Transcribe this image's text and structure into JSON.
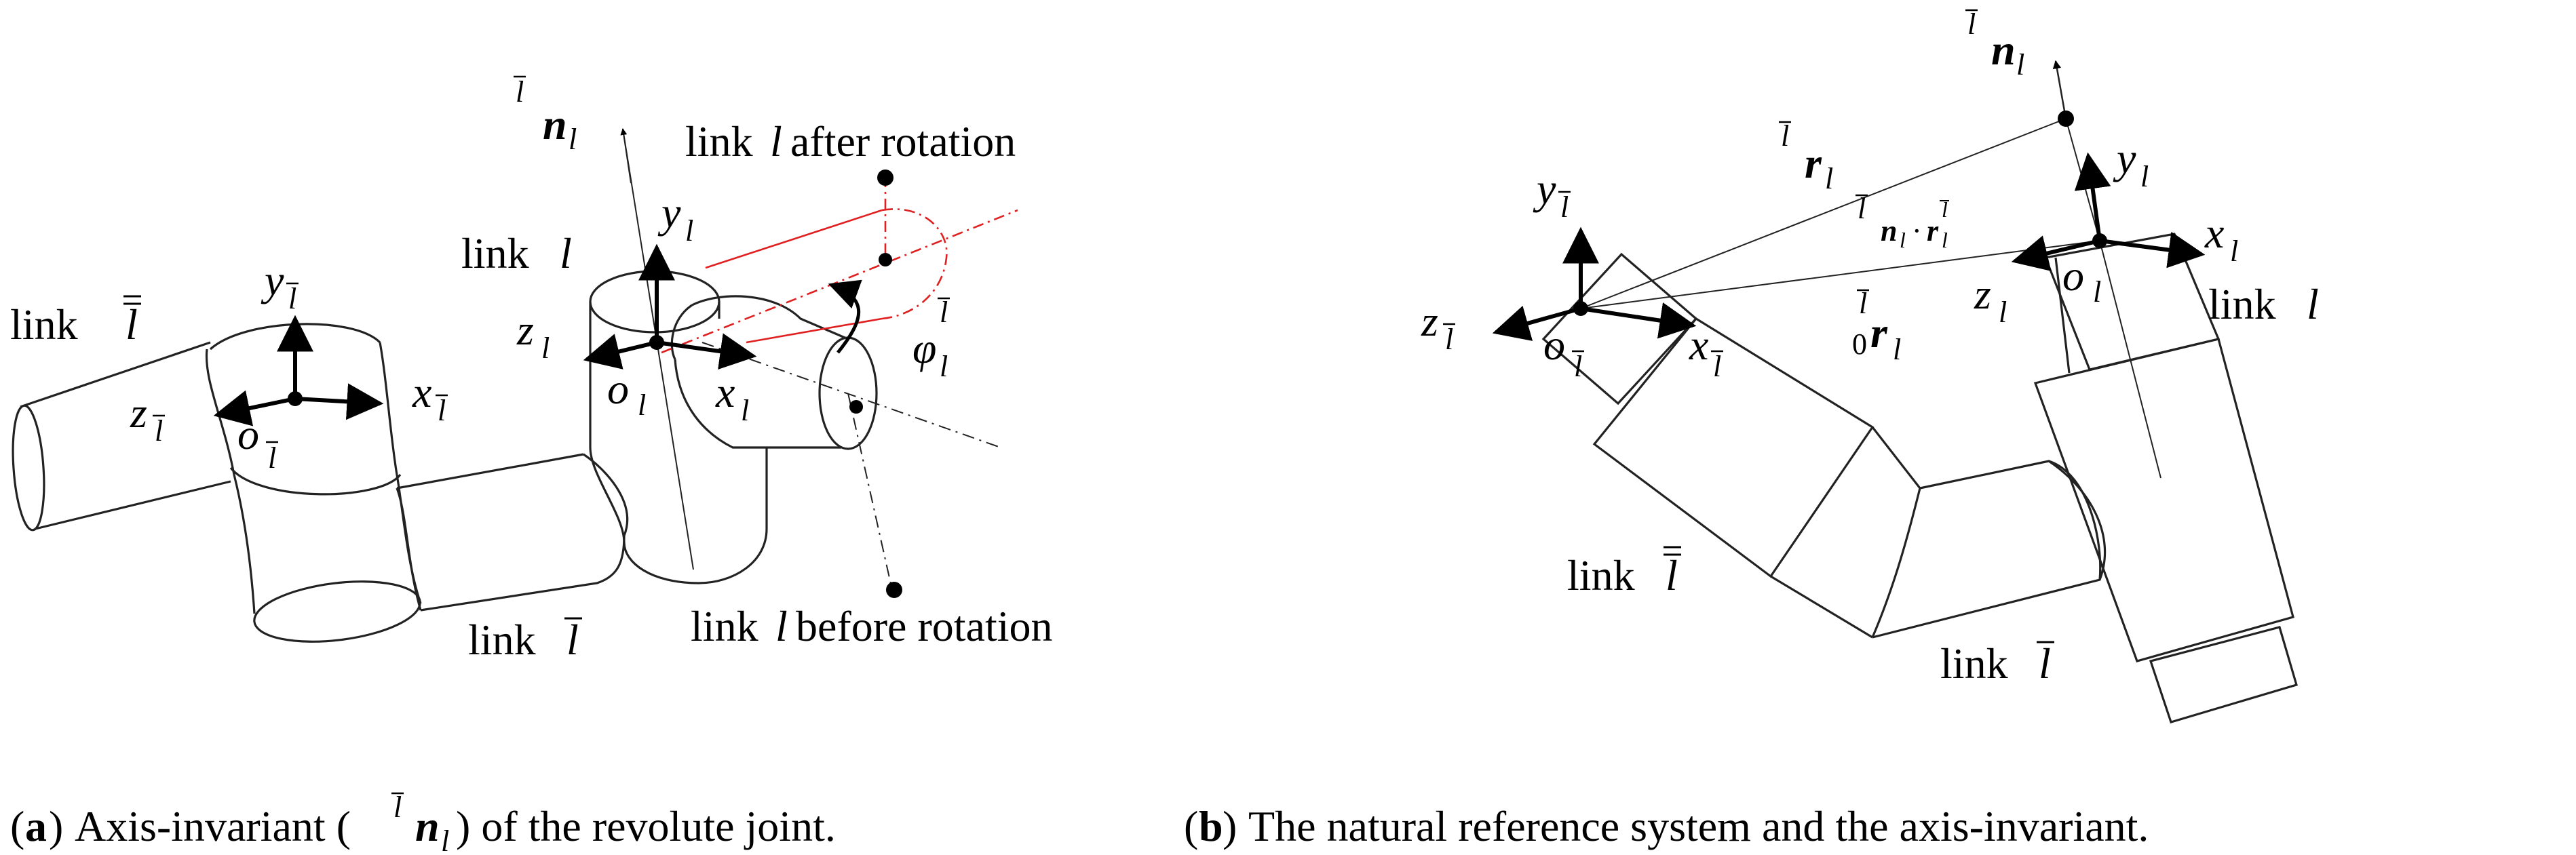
{
  "panel_a": {
    "caption_letter": "a",
    "caption_text": "Axis-invariant (",
    "caption_text_end": ") of the revolute joint.",
    "link_lbar_bar": "link",
    "link_lbar": "link",
    "link_l": "link",
    "after_rotation": "after rotation",
    "before_rotation": "before rotation",
    "link_word": "link"
  },
  "panel_b": {
    "caption_letter": "b",
    "caption_text": "The natural reference system and the axis-invariant.",
    "link_lbar_bar": "link",
    "link_lbar": "link",
    "link_l": "link"
  },
  "symbols": {
    "l": "l",
    "n": "n",
    "r": "r",
    "x": "x",
    "y": "y",
    "z": "z",
    "o": "o",
    "phi": "φ",
    "zero": "0",
    "dot": "·"
  },
  "colors": {
    "ink": "#000000",
    "rotation_trace": "#e02020"
  }
}
